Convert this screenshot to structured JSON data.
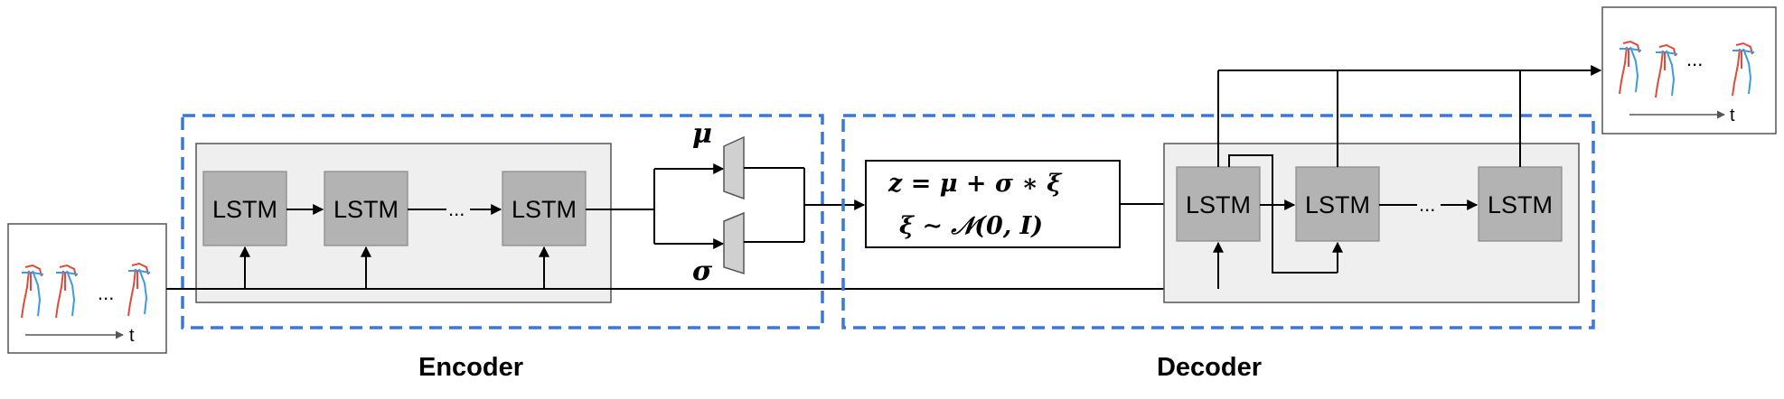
{
  "encoder": {
    "label": "Encoder",
    "cells": [
      "LSTM",
      "LSTM",
      "LSTM"
    ],
    "ellipsis": "..."
  },
  "decoder": {
    "label": "Decoder",
    "cells": [
      "LSTM",
      "LSTM",
      "LSTM"
    ],
    "ellipsis": "..."
  },
  "latent": {
    "mu_symbol": "μ",
    "sigma_symbol": "σ",
    "equation_line1": "z = μ + σ ∗ ξ",
    "equation_line2": "ξ ∼ 𝒩(0, I)"
  },
  "input_sequence": {
    "ellipsis": "...",
    "time_label": "t"
  },
  "output_sequence": {
    "ellipsis": "...",
    "time_label": "t"
  },
  "colors": {
    "dashed_border": "#3a78d8",
    "panel_fill": "#efefef",
    "lstm_fill": "#b3b3b3",
    "skeleton_red": "#e04a3c",
    "skeleton_blue": "#3c9be0"
  }
}
